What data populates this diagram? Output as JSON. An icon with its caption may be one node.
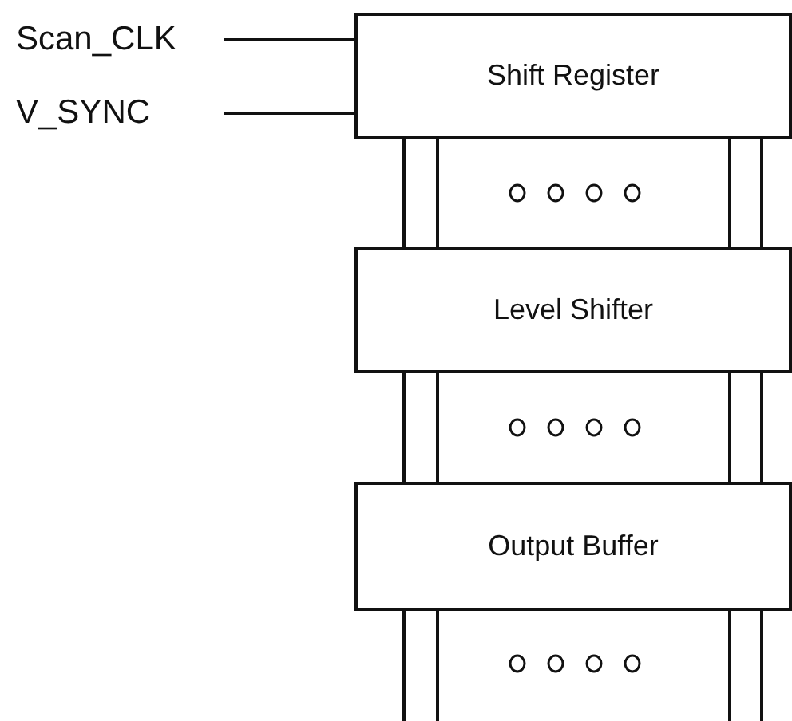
{
  "diagram": {
    "nodes": [
      {
        "text": [
          "Scan_CLK"
        ]
      },
      {
        "text": [
          "V_SYNC"
        ]
      },
      {
        "text": [
          "Shift Register"
        ]
      },
      {
        "text": [
          "Level Shifter"
        ]
      },
      {
        "text": [
          "Output Buffer"
        ]
      }
    ],
    "edges": [
      {
        "from": 0,
        "to": 2,
        "arrow": "none"
      },
      {
        "from": 1,
        "to": 2,
        "arrow": "none"
      },
      {
        "from": 2,
        "to": 3,
        "arrow": "none"
      },
      {
        "from": 2,
        "to": 3,
        "arrow": "none"
      },
      {
        "from": 2,
        "to": 3,
        "arrow": "none"
      },
      {
        "from": 2,
        "to": 3,
        "arrow": "none"
      },
      {
        "from": 3,
        "to": 4,
        "arrow": "none"
      },
      {
        "from": 3,
        "to": 4,
        "arrow": "none"
      },
      {
        "from": 3,
        "to": 4,
        "arrow": "none"
      },
      {
        "from": 3,
        "to": 4,
        "arrow": "none"
      },
      {
        "from": 4,
        "to": null,
        "arrow": "none"
      },
      {
        "from": 4,
        "to": null,
        "arrow": "none"
      },
      {
        "from": 4,
        "to": null,
        "arrow": "none"
      },
      {
        "from": 4,
        "to": null,
        "arrow": "none"
      }
    ]
  }
}
